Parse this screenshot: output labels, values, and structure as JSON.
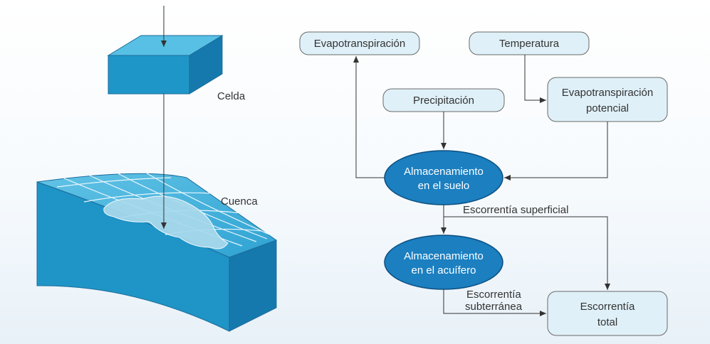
{
  "colors": {
    "box_fill": "#dff0f8",
    "ellipse_fill": "#1b7fc0",
    "block_top": "#4fb9dd",
    "block_front": "#1f94c6",
    "catchment": "#a9d9ec"
  },
  "left": {
    "cell_label": "Celda",
    "basin_label": "Cuenca"
  },
  "flow": {
    "evapotranspiracion": "Evapotranspiración",
    "temperatura": "Temperatura",
    "precipitacion": "Precipitación",
    "etp_line1": "Evapotranspiración",
    "etp_line2": "potencial",
    "suelo_line1": "Almacenamiento",
    "suelo_line2": "en el suelo",
    "esc_superficial": "Escorrentía superficial",
    "acuifero_line1": "Almacenamiento",
    "acuifero_line2": "en el acuífero",
    "esc_sub_line1": "Escorrentía",
    "esc_sub_line2": "subterránea",
    "total_line1": "Escorrentía",
    "total_line2": "total"
  }
}
